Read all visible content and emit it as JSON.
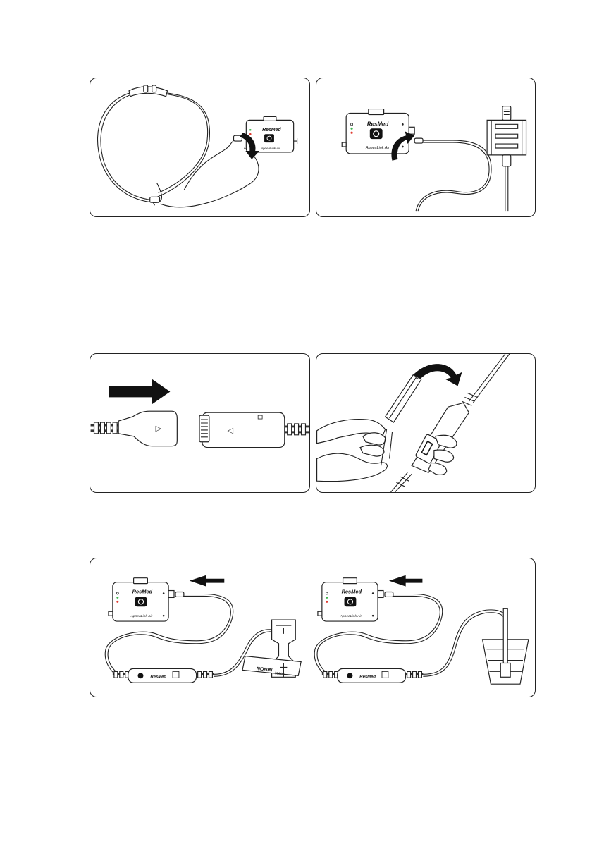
{
  "device": {
    "brand": "ResMed",
    "model": "ApneaLink Air",
    "power_glyph": "⏻"
  },
  "oximeter_sensor": {
    "brand": "NONIN",
    "model": "7000A"
  },
  "connector": {
    "plug_symbol": "▷",
    "socket_symbol": "◁"
  },
  "icons": [
    "arrow-icon",
    "power-icon",
    "led-indicator-icon"
  ],
  "colors": {
    "ink": "#111111",
    "led_green": "#3cb44b",
    "led_red": "#e03c31",
    "panel_border": "#222222"
  }
}
